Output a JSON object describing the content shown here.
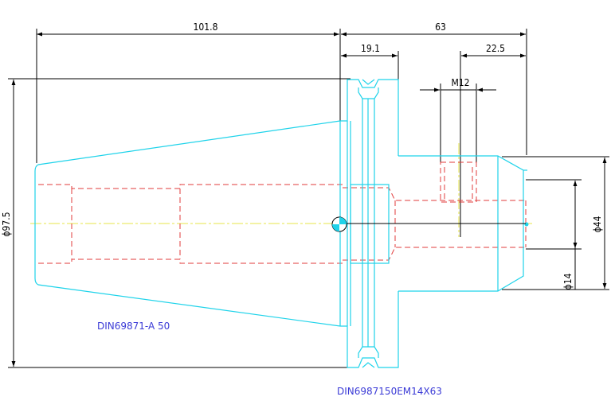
{
  "dimensions": {
    "overall_left": "101.8",
    "overall_right": "63",
    "flange_width": "19.1",
    "thread_offset": "22.5",
    "thread": "M12",
    "diameter_flange": "ϕ97.5",
    "diameter_shank": "ϕ44",
    "diameter_bore": "ϕ14"
  },
  "labels": {
    "taper_spec": "DIN69871-A 50",
    "holder_spec": "DIN6987150EM14X63"
  },
  "colors": {
    "outline": "#1fd3ea",
    "hidden": "#e23b3b",
    "centerline": "#e7e44a",
    "label": "#3a3ad6",
    "dimension": "#000000"
  }
}
